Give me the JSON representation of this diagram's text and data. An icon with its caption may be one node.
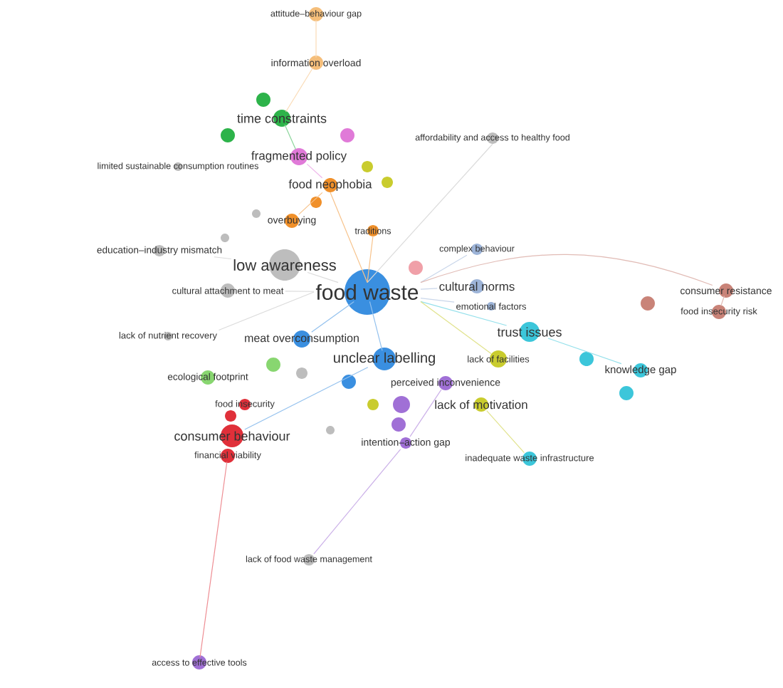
{
  "diagram": {
    "nodes": [
      {
        "text": [
          "food waste"
        ]
      },
      {
        "text": [
          "low awareness"
        ]
      },
      {
        "text": [
          "meat overconsumption"
        ]
      },
      {
        "text": [
          "unclear labelling"
        ]
      },
      {
        "text": [
          "attitude–behaviour gap"
        ]
      },
      {
        "text": [
          "information overload"
        ]
      },
      {
        "text": [
          "time constraints"
        ]
      },
      {
        "text": [
          "fragmented policy"
        ]
      },
      {
        "text": [
          "food neophobia"
        ]
      },
      {
        "text": [
          "limited sustainable consumption routines"
        ]
      },
      {
        "text": [
          "affordability and access to healthy food"
        ]
      },
      {
        "text": [
          "overbuying"
        ]
      },
      {
        "text": [
          "traditions"
        ]
      },
      {
        "text": [
          "complex behaviour"
        ]
      },
      {
        "text": [
          "education–industry mismatch"
        ]
      },
      {
        "text": [
          "cultural attachment to meat"
        ]
      },
      {
        "text": [
          "cultural norms"
        ]
      },
      {
        "text": [
          "emotional factors"
        ]
      },
      {
        "text": [
          "consumer resistance"
        ]
      },
      {
        "text": [
          "food insecurity risk"
        ]
      },
      {
        "text": [
          "trust issues"
        ]
      },
      {
        "text": [
          "lack of nutrient recovery"
        ]
      },
      {
        "text": [
          "lack of facilities"
        ]
      },
      {
        "text": [
          "knowledge gap"
        ]
      },
      {
        "text": [
          "ecological footprint"
        ]
      },
      {
        "text": [
          "perceived inconvenience"
        ]
      },
      {
        "text": [
          "lack of motivation"
        ]
      },
      {
        "text": [
          "food insecurity"
        ]
      },
      {
        "text": [
          "consumer behaviour"
        ]
      },
      {
        "text": [
          "financial viability"
        ]
      },
      {
        "text": [
          "intention–action gap"
        ]
      },
      {
        "text": [
          "inadequate waste infrastructure"
        ]
      },
      {
        "text": [
          "lack of food waste management"
        ]
      },
      {
        "text": [
          "access to effective tools"
        ]
      },
      {
        "text": [],
        "shape": "circle"
      },
      {
        "text": [],
        "shape": "circle"
      },
      {
        "text": [],
        "shape": "circle"
      },
      {
        "text": [],
        "shape": "circle"
      },
      {
        "text": [],
        "shape": "circle"
      },
      {
        "text": [],
        "shape": "circle"
      },
      {
        "text": [],
        "shape": "circle"
      },
      {
        "text": [],
        "shape": "circle"
      },
      {
        "text": [],
        "shape": "circle"
      },
      {
        "text": [],
        "shape": "circle"
      },
      {
        "text": [],
        "shape": "circle"
      },
      {
        "text": [],
        "shape": "circle"
      },
      {
        "text": [],
        "shape": "circle"
      },
      {
        "text": [],
        "shape": "circle"
      },
      {
        "text": [],
        "shape": "circle"
      },
      {
        "text": [],
        "shape": "circle"
      },
      {
        "text": [],
        "shape": "circle"
      },
      {
        "text": [],
        "shape": "circle"
      },
      {
        "text": [],
        "shape": "circle"
      },
      {
        "text": [],
        "shape": "circle"
      }
    ],
    "edges": [
      {
        "from": 0,
        "to": 1,
        "arrow": "none"
      },
      {
        "from": 0,
        "to": 2,
        "arrow": "none"
      },
      {
        "from": 0,
        "to": 3,
        "arrow": "none"
      },
      {
        "from": 4,
        "to": 5,
        "arrow": "none"
      },
      {
        "from": 5,
        "to": 6,
        "arrow": "none"
      },
      {
        "from": 6,
        "to": 7,
        "arrow": "none"
      },
      {
        "from": 7,
        "to": 8,
        "arrow": "none"
      },
      {
        "from": 0,
        "to": 8,
        "arrow": "none"
      },
      {
        "from": 0,
        "to": 10,
        "arrow": "none"
      },
      {
        "from": 0,
        "to": 12,
        "arrow": "none"
      },
      {
        "from": 0,
        "to": 13,
        "arrow": "none"
      },
      {
        "from": 0,
        "to": 16,
        "arrow": "none"
      },
      {
        "from": 1,
        "to": 14,
        "arrow": "none"
      },
      {
        "from": 0,
        "to": 18,
        "arrow": "none"
      },
      {
        "from": 18,
        "to": 19,
        "arrow": "none"
      },
      {
        "from": 0,
        "to": 20,
        "arrow": "none"
      },
      {
        "from": 20,
        "to": 23,
        "arrow": "none"
      },
      {
        "from": 0,
        "to": 21,
        "arrow": "none"
      },
      {
        "from": 26,
        "to": 31,
        "arrow": "none"
      },
      {
        "from": 3,
        "to": 28,
        "arrow": "none"
      },
      {
        "from": 25,
        "to": 30,
        "arrow": "none"
      },
      {
        "from": 30,
        "to": 32,
        "arrow": "none"
      },
      {
        "from": 29,
        "to": 33,
        "arrow": "none"
      },
      {
        "from": 0,
        "to": 15,
        "arrow": "none"
      },
      {
        "from": 0,
        "to": 17,
        "arrow": "none"
      },
      {
        "from": 0,
        "to": 22,
        "arrow": "none"
      },
      {
        "from": 11,
        "to": 8,
        "arrow": "none"
      }
    ]
  }
}
